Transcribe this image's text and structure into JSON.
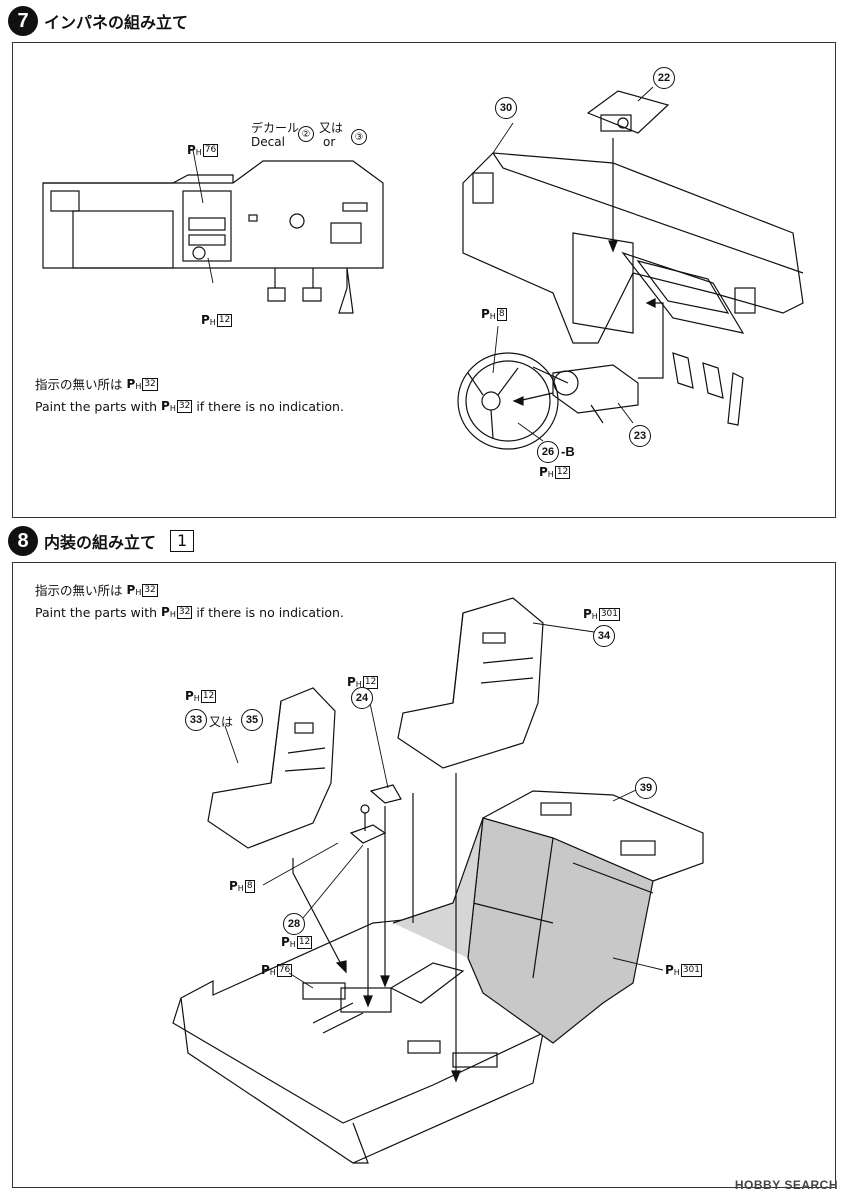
{
  "step7": {
    "number": "7",
    "title": "インパネの組み立て",
    "decal_jp": "デカール",
    "decal_en": "Decal",
    "decal_num": "②",
    "or_jp": "又は",
    "or_en": "or",
    "or_num": "③",
    "note_jp": "指示の無い所は",
    "note_en_pre": "Paint the parts with",
    "note_en_post": "if there is no indication.",
    "note_color": "32",
    "colors": {
      "c76": "76",
      "c12a": "12",
      "c8": "8",
      "c12b": "12"
    },
    "parts": {
      "p22": "22",
      "p30": "30",
      "p23": "23",
      "p26": "26",
      "p26_suffix": "-B"
    }
  },
  "step8": {
    "number": "8",
    "title": "内装の組み立て",
    "sub_step": "1",
    "note_jp": "指示の無い所は",
    "note_en_pre": "Paint the parts with",
    "note_en_post": "if there is no indication.",
    "note_color": "32",
    "or_jp": "又は",
    "colors": {
      "c301a": "301",
      "c12a": "12",
      "c12b": "12",
      "c8": "8",
      "c12c": "12",
      "c76": "76",
      "c301b": "301"
    },
    "parts": {
      "p34": "34",
      "p24": "24",
      "p33": "33",
      "p35": "35",
      "p39": "39",
      "p28": "28"
    }
  },
  "paint_prefix": "P",
  "paint_sub": "H",
  "watermark": "HOBBY SEARCH"
}
